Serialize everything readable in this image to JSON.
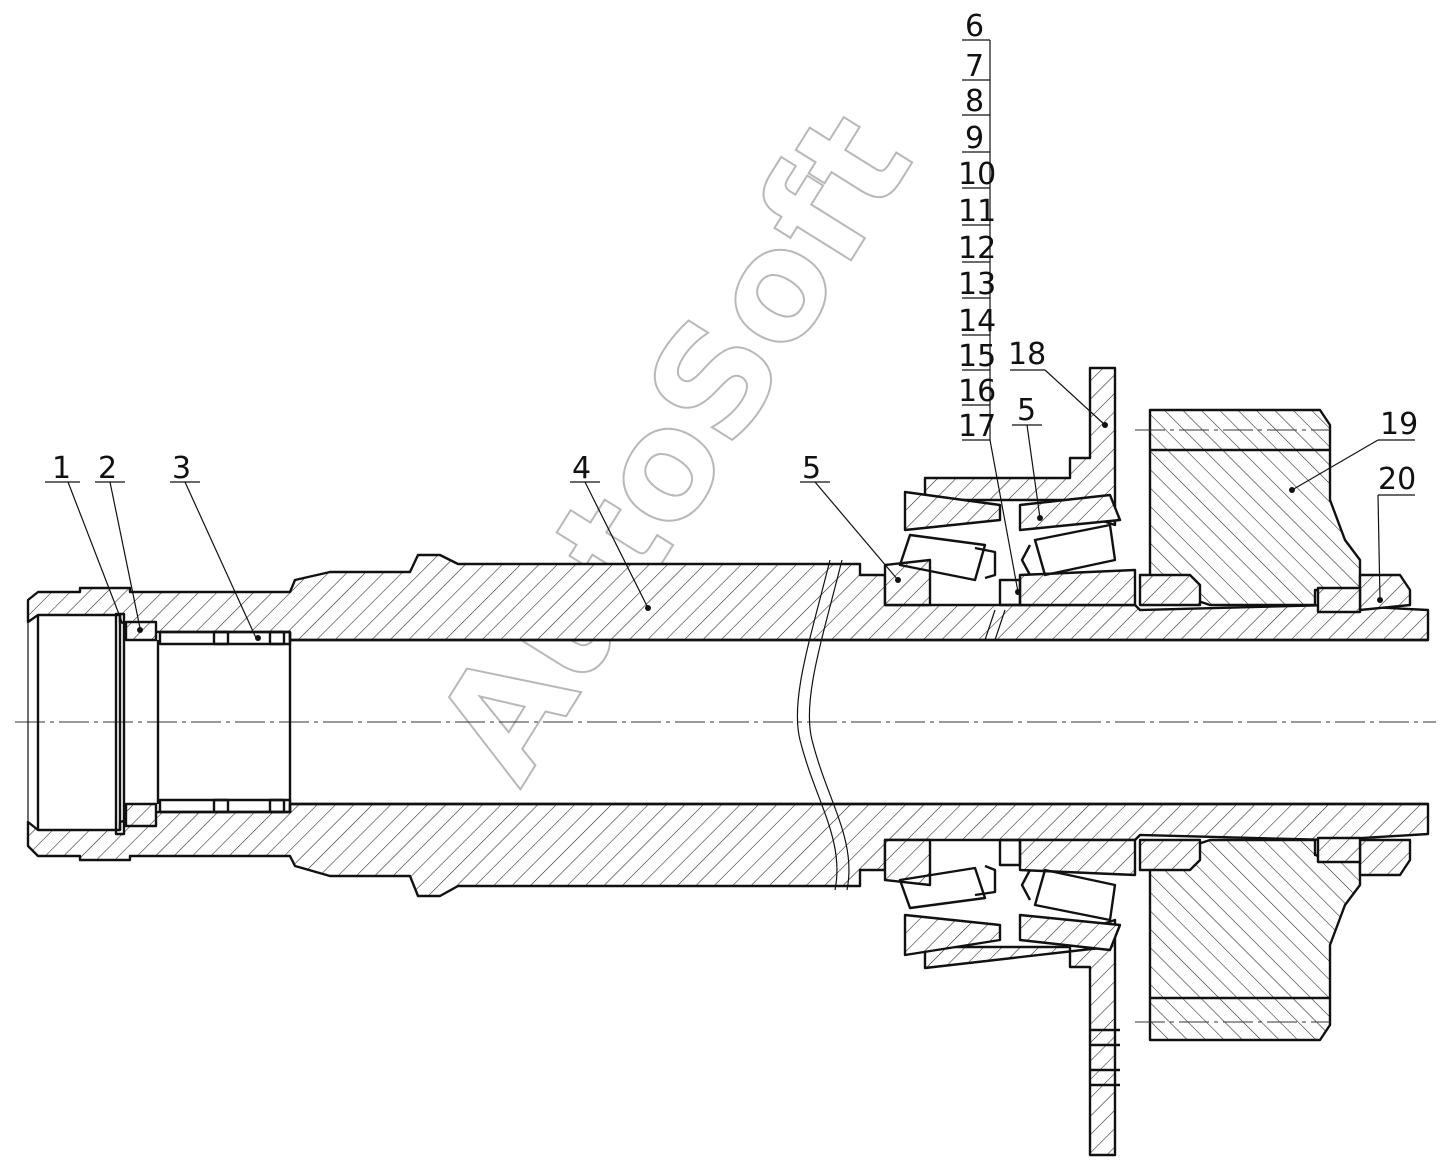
{
  "drawing": {
    "watermark": "AutoSoft",
    "callouts": {
      "p1": "1",
      "p2": "2",
      "p3": "3",
      "p4": "4",
      "p5a": "5",
      "p5b": "5",
      "p6": "6",
      "p7": "7",
      "p8": "8",
      "p9": "9",
      "p10": "10",
      "p11": "11",
      "p12": "12",
      "p13": "13",
      "p14": "14",
      "p15": "15",
      "p16": "16",
      "p17": "17",
      "p18": "18",
      "p19": "19",
      "p20": "20"
    }
  }
}
